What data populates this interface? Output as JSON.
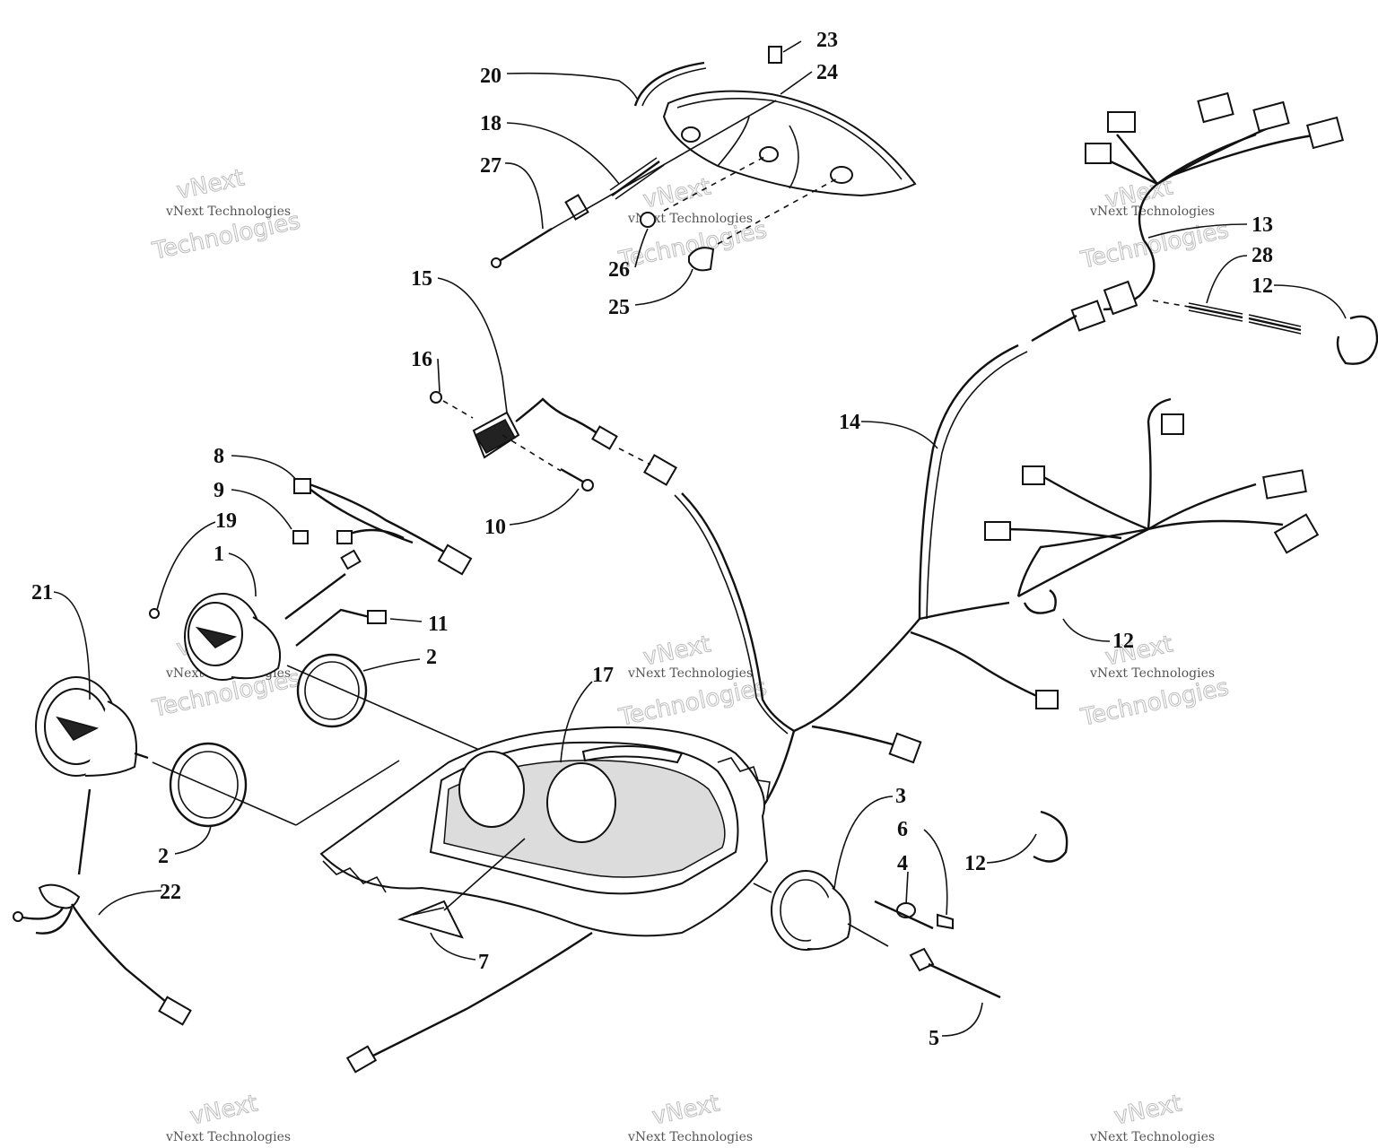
{
  "diagram": {
    "callouts": [
      {
        "id": "c23",
        "label": "23"
      },
      {
        "id": "c24",
        "label": "24"
      },
      {
        "id": "c20",
        "label": "20"
      },
      {
        "id": "c18",
        "label": "18"
      },
      {
        "id": "c27",
        "label": "27"
      },
      {
        "id": "c26",
        "label": "26"
      },
      {
        "id": "c25",
        "label": "25"
      },
      {
        "id": "c13",
        "label": "13"
      },
      {
        "id": "c28",
        "label": "28"
      },
      {
        "id": "c12a",
        "label": "12"
      },
      {
        "id": "c15",
        "label": "15"
      },
      {
        "id": "c16",
        "label": "16"
      },
      {
        "id": "c10",
        "label": "10"
      },
      {
        "id": "c14",
        "label": "14"
      },
      {
        "id": "c8",
        "label": "8"
      },
      {
        "id": "c9",
        "label": "9"
      },
      {
        "id": "c19",
        "label": "19"
      },
      {
        "id": "c1",
        "label": "1"
      },
      {
        "id": "c21",
        "label": "21"
      },
      {
        "id": "c11",
        "label": "11"
      },
      {
        "id": "c2a",
        "label": "2"
      },
      {
        "id": "c12b",
        "label": "12"
      },
      {
        "id": "c17",
        "label": "17"
      },
      {
        "id": "c2b",
        "label": "2"
      },
      {
        "id": "c3",
        "label": "3"
      },
      {
        "id": "c6",
        "label": "6"
      },
      {
        "id": "c4",
        "label": "4"
      },
      {
        "id": "c12c",
        "label": "12"
      },
      {
        "id": "c22",
        "label": "22"
      },
      {
        "id": "c7",
        "label": "7"
      },
      {
        "id": "c5",
        "label": "5"
      }
    ]
  },
  "watermark": {
    "line1": "vNext",
    "line2": "vNext Technologies",
    "line3": "Technologies"
  }
}
